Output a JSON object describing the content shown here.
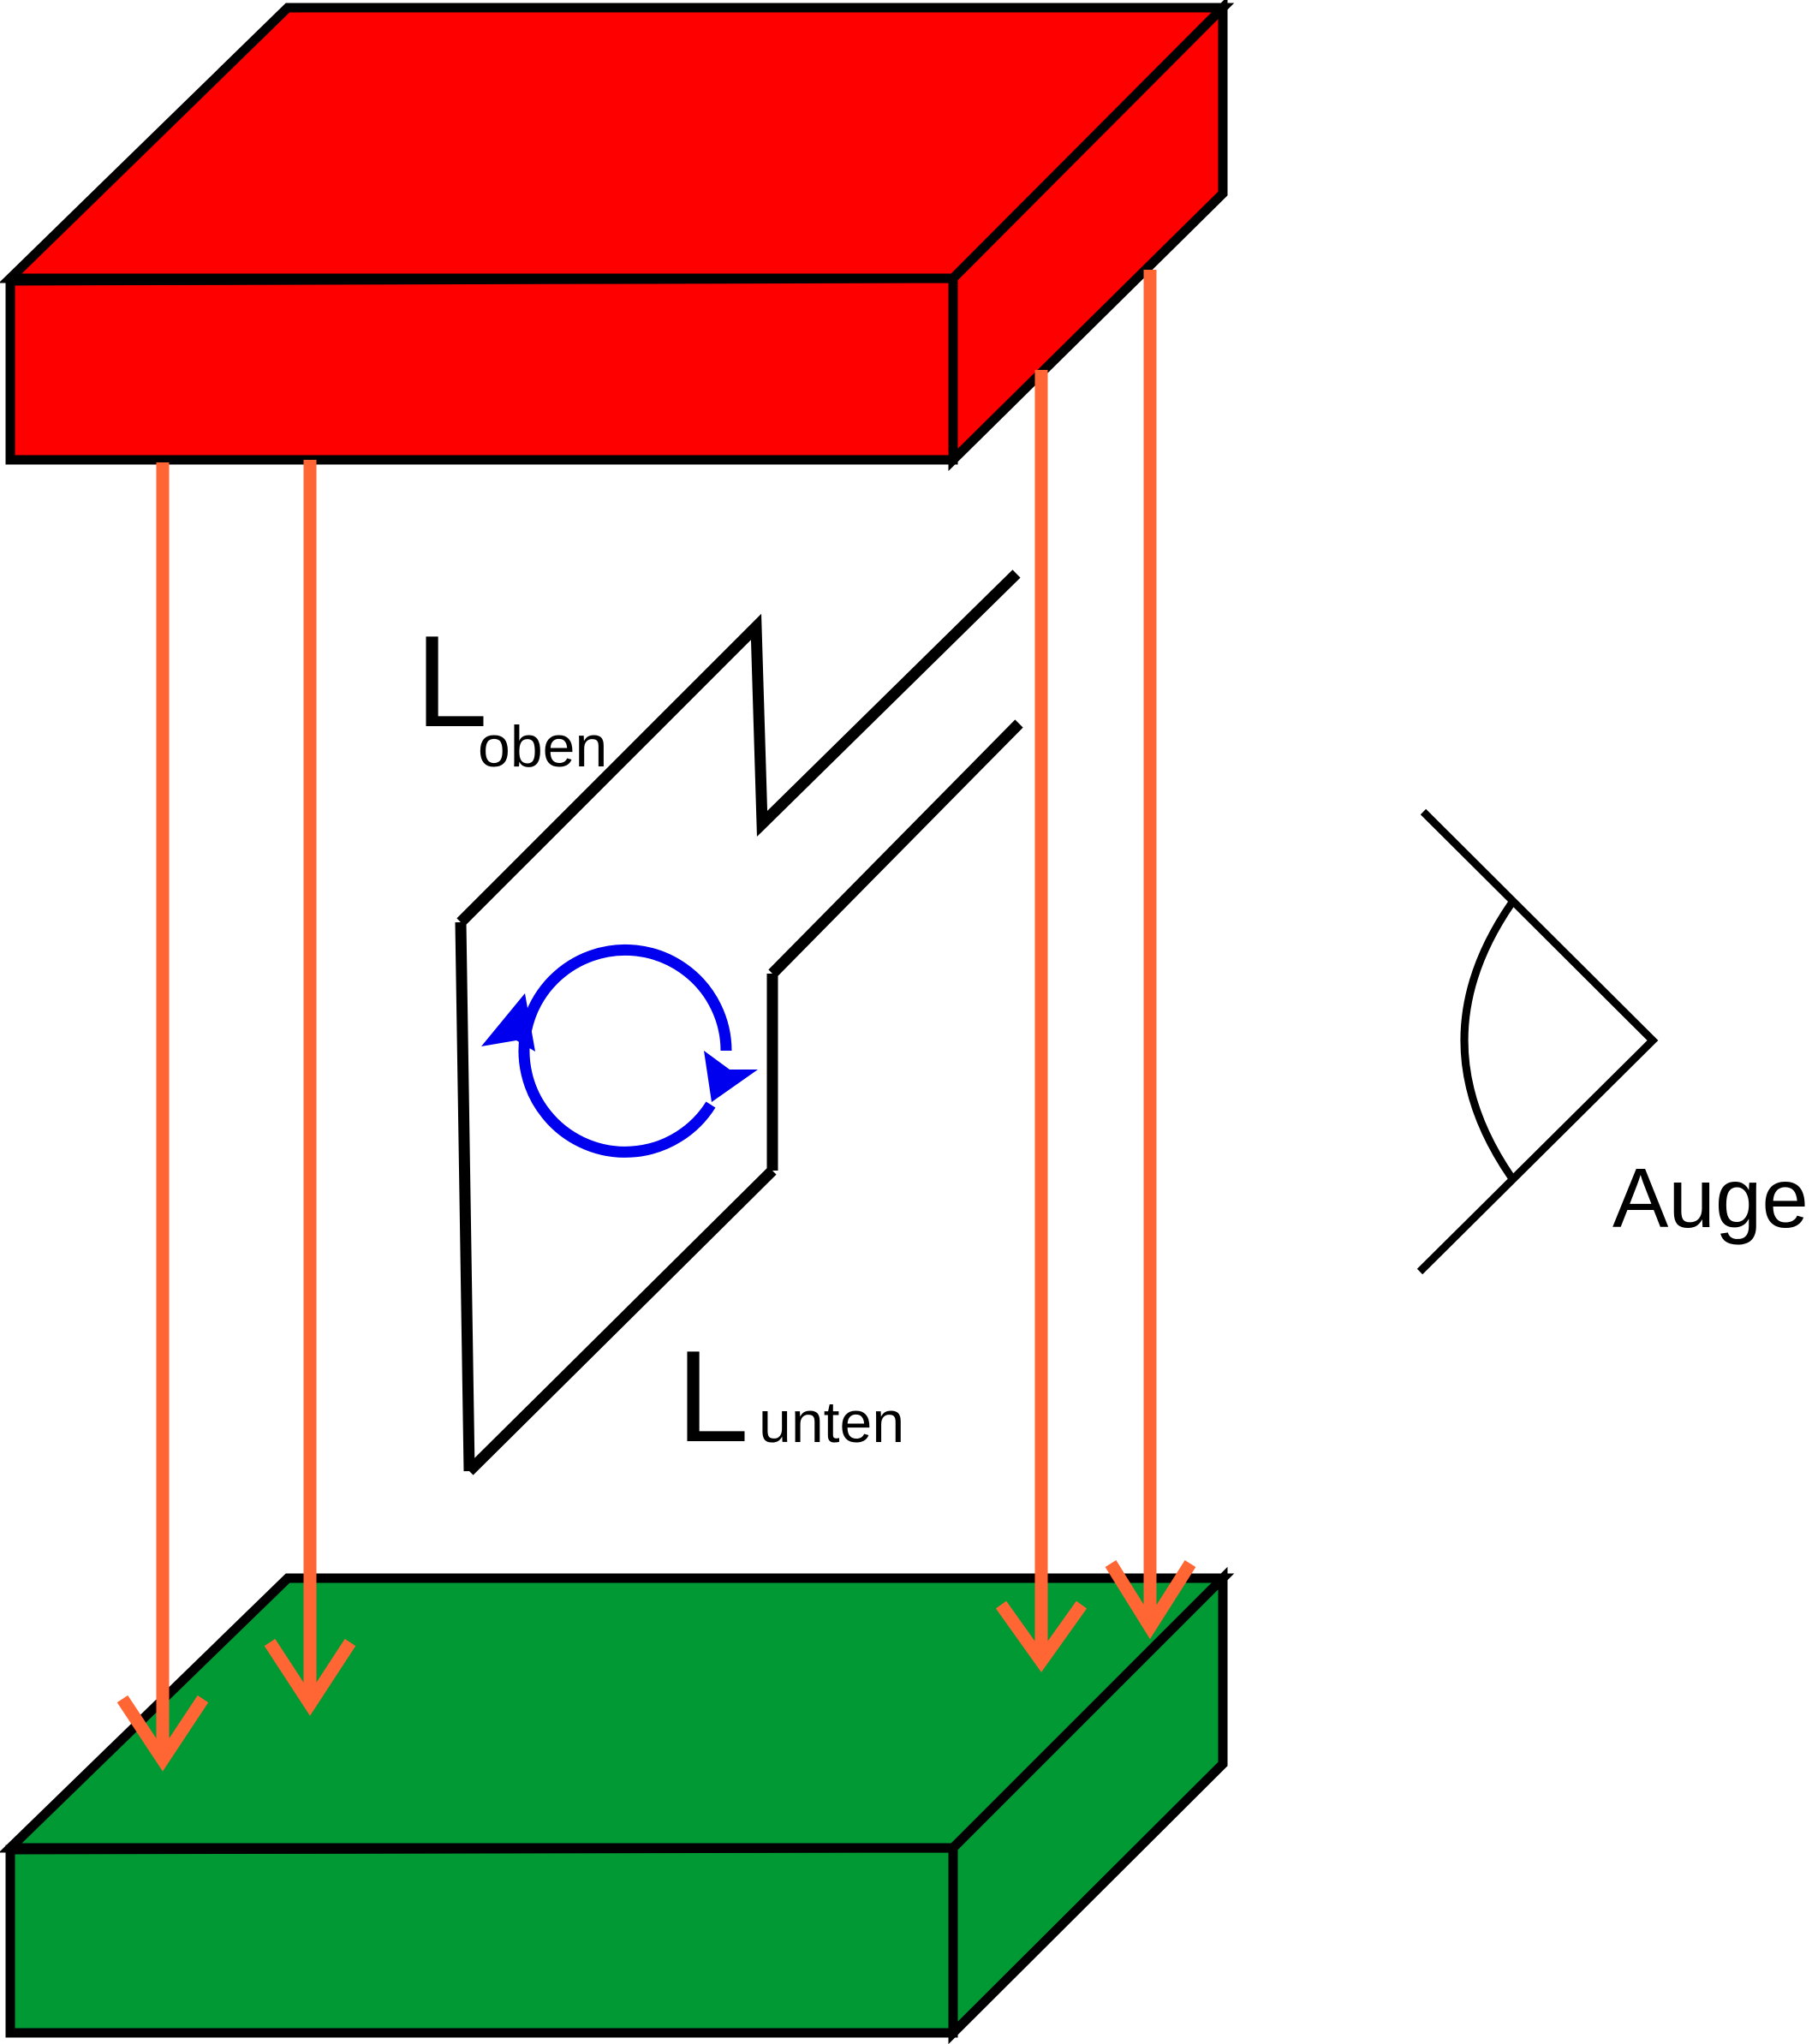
{
  "labels": {
    "l_oben_main": "L",
    "l_oben_sub": "oben",
    "l_unten_main": "L",
    "l_unten_sub": "unten",
    "auge": "Auge"
  },
  "colors": {
    "top_magnet": "#ff0000",
    "bottom_magnet": "#009933",
    "field_lines": "#ff6633",
    "rotation_arrow": "#0000ee",
    "outline": "#000000"
  },
  "icons": {
    "eye": "eye-icon",
    "rotation": "rotation-arrow-icon"
  }
}
